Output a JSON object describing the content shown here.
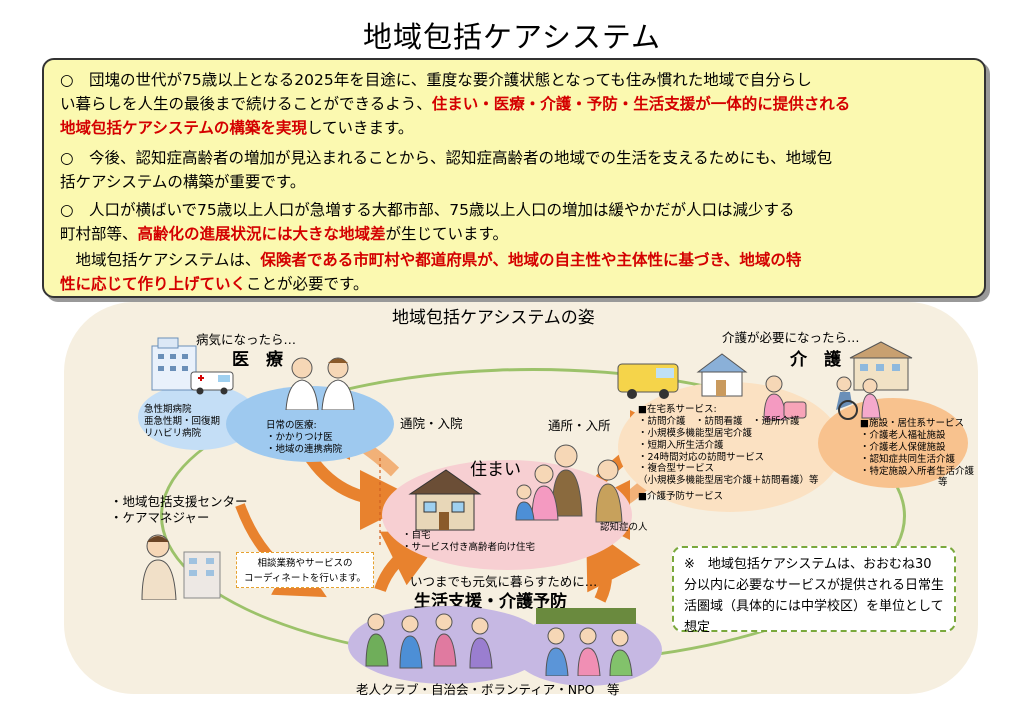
{
  "title": "地域包括ケアシステム",
  "summary": {
    "p1_a": "○　団塊の世代が75歳以上となる2025年を目途に、重度な要介護状態となっても住み慣れた地域で自分らし",
    "p1_b": "い暮らしを人生の最後まで続けることができるよう、",
    "p1_b_red": "住まい・医療・介護・予防・生活支援が一体的に提供される",
    "p1_c_red": "地域包括ケアシステムの構築を実現",
    "p1_c": "していきます。",
    "p2_a": "○　今後、認知症高齢者の増加が見込まれることから、認知症高齢者の地域での生活を支えるためにも、地域包",
    "p2_b": "括ケアシステムの構築が重要です。",
    "p3_a": "○　人口が横ばいで75歳以上人口が急増する大都市部、75歳以上人口の増加は緩やかだが人口は減少する",
    "p3_b": "町村部等、",
    "p3_b_red": "高齢化の進展状況には大きな地域差",
    "p3_b_end": "が生じています。",
    "p4_a": "　地域包括ケアシステムは、",
    "p4_a_red": "保険者である市町村や都道府県が、地域の自主性や主体性に基づき、地域の特",
    "p4_b_red": "性に応じて作り上げていく",
    "p4_b": "ことが必要です。"
  },
  "diagram": {
    "heading": "地域包括ケアシステムの姿",
    "medical": {
      "caption": "病気になったら…",
      "title": "医　療",
      "hospitals": [
        "急性期病院",
        "亜急性期・回復期",
        "リハビリ病院"
      ],
      "daily_title": "日常の医療:",
      "daily": [
        "・かかりつけ医",
        "・地域の連携病院"
      ]
    },
    "care": {
      "caption": "介護が必要になったら…",
      "title": "介　護",
      "home_services_title": "■在宅系サービス:",
      "home_services": [
        "・訪問介護　・訪問看護　・通所介護",
        "・小規模多機能型居宅介護",
        "・短期入所生活介護",
        "・24時間対応の訪問サービス",
        "・複合型サービス",
        "（小規模多機能型居宅介護＋訪問看護）等"
      ],
      "prevention": "■介護予防サービス",
      "facility_title": "■施設・居住系サービス",
      "facility": [
        "・介護老人福祉施設",
        "・介護老人保健施設",
        "・認知症共同生活介護",
        "・特定施設入所者生活介護",
        "等"
      ]
    },
    "housing": {
      "title": "住まい",
      "items": [
        "・自宅",
        "・サービス付き高齢者向け住宅"
      ],
      "dementia": "認知症の人"
    },
    "arrow_left": "通院・入院",
    "arrow_right": "通所・入所",
    "support_center": [
      "・地域包括支援センター",
      "・ケアマネジャー"
    ],
    "coordinate": [
      "相談業務やサービスの",
      "コーディネートを行います。"
    ],
    "prevention": {
      "caption": "いつまでも元気に暮らすために…",
      "title": "生活支援・介護予防",
      "footer": "老人クラブ・自治会・ボランティア・NPO　等"
    },
    "note": "※　地域包括ケアシステムは、おおむね30分以内に必要なサービスが提供される日常生活圏域（具体的には中学校区）を単位として想定"
  },
  "colors": {
    "summary_bg": "#fbf9b0",
    "stage_bg": "#f6efe0",
    "accent_red": "#d40000",
    "ring_green": "#9cc26a",
    "medical_blue": "#9ec9ef",
    "care_orange": "#f8c28e",
    "housing_pink": "#f7cfd2",
    "prevention_purple": "#c6b8e3",
    "arrow_orange": "#e8822e"
  }
}
